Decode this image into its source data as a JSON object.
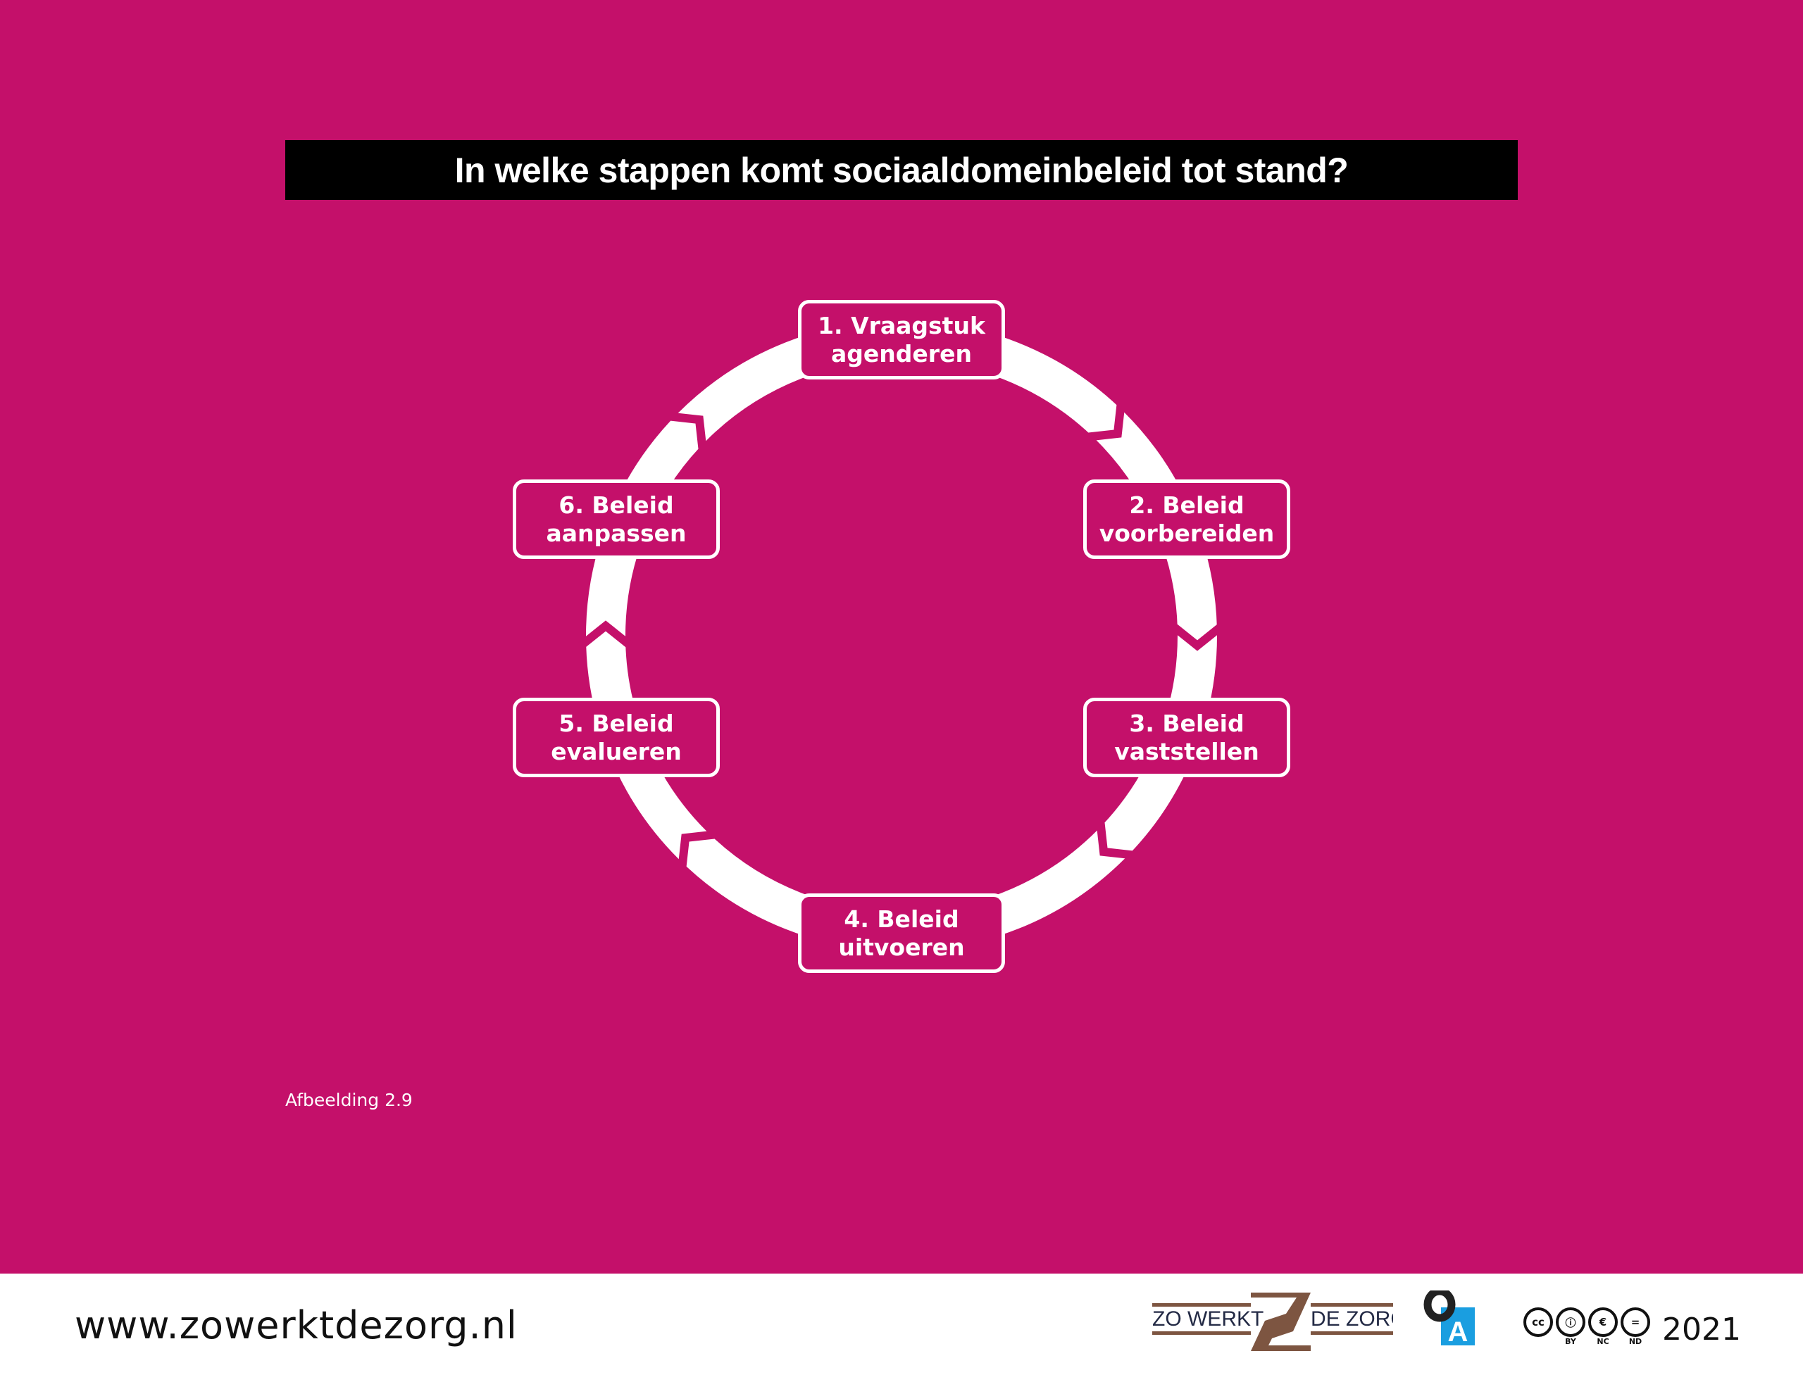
{
  "title": "In welke stappen komt sociaaldomeinbeleid tot stand?",
  "steps": [
    {
      "line1": "1. Vraagstuk",
      "line2": "agenderen"
    },
    {
      "line1": "2. Beleid",
      "line2": "voorbereiden"
    },
    {
      "line1": "3. Beleid",
      "line2": "vaststellen"
    },
    {
      "line1": "4. Beleid",
      "line2": "uitvoeren"
    },
    {
      "line1": "5. Beleid",
      "line2": "evalueren"
    },
    {
      "line1": "6. Beleid",
      "line2": "aanpassen"
    }
  ],
  "caption": "Afbeelding 2.9",
  "footer": {
    "url": "www.zowerktdezorg.nl",
    "logo_left": "ZO WERKT",
    "logo_right": "DE ZORG",
    "oa_letter": "A",
    "cc": {
      "cc": "cc",
      "by": "BY",
      "nc": "NC",
      "nd": "ND"
    },
    "year": "2021"
  },
  "colors": {
    "background": "#c4106a",
    "title_bar": "#000000",
    "logo_brown": "#7d5541",
    "oa_blue": "#1a9ee0"
  }
}
